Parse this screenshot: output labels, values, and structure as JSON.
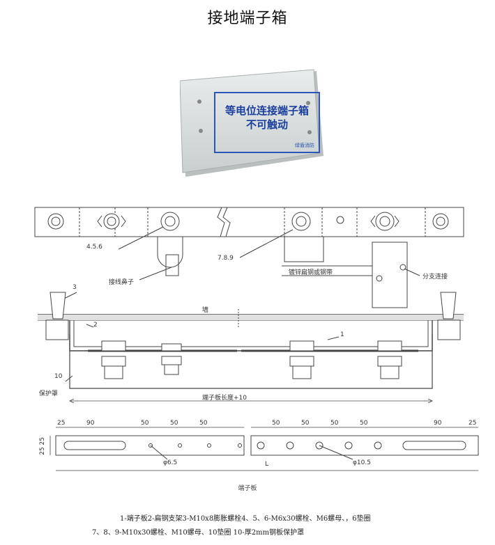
{
  "title": "接地端子箱",
  "photo": {
    "line1": "等电位连接端子箱",
    "line2": "不可触动",
    "brand": "绿盾消防"
  },
  "labels": {
    "l456": "4.5.6",
    "l789": "7.8.9",
    "terminal_ear": "接线鼻子",
    "galv_steel": "镀锌扁钢或钢带",
    "branch": "分支连接",
    "n3": "3",
    "wall": "墙",
    "n2": "2",
    "n1": "1",
    "n10": "10",
    "cover": "保护罩",
    "length": "端子板长度+10"
  },
  "dims": {
    "top": [
      "25",
      "90",
      "50",
      "50",
      "50",
      "50",
      "50",
      "50",
      "50",
      "90",
      "25"
    ],
    "side": "25 25",
    "phi65": "φ6.5",
    "phi105": "φ10.5",
    "L": "L"
  },
  "caption": "端子板",
  "legend": {
    "line1": "1-端子板2-扁钢支架3-M10x8膨胀螺栓4、5、6-M6x30螺栓、M6螺母、，6垫圈",
    "line2": "7、8、9-M10x30螺栓、M10螺母、10垫圈 10-厚2mm钢板保护罩"
  }
}
